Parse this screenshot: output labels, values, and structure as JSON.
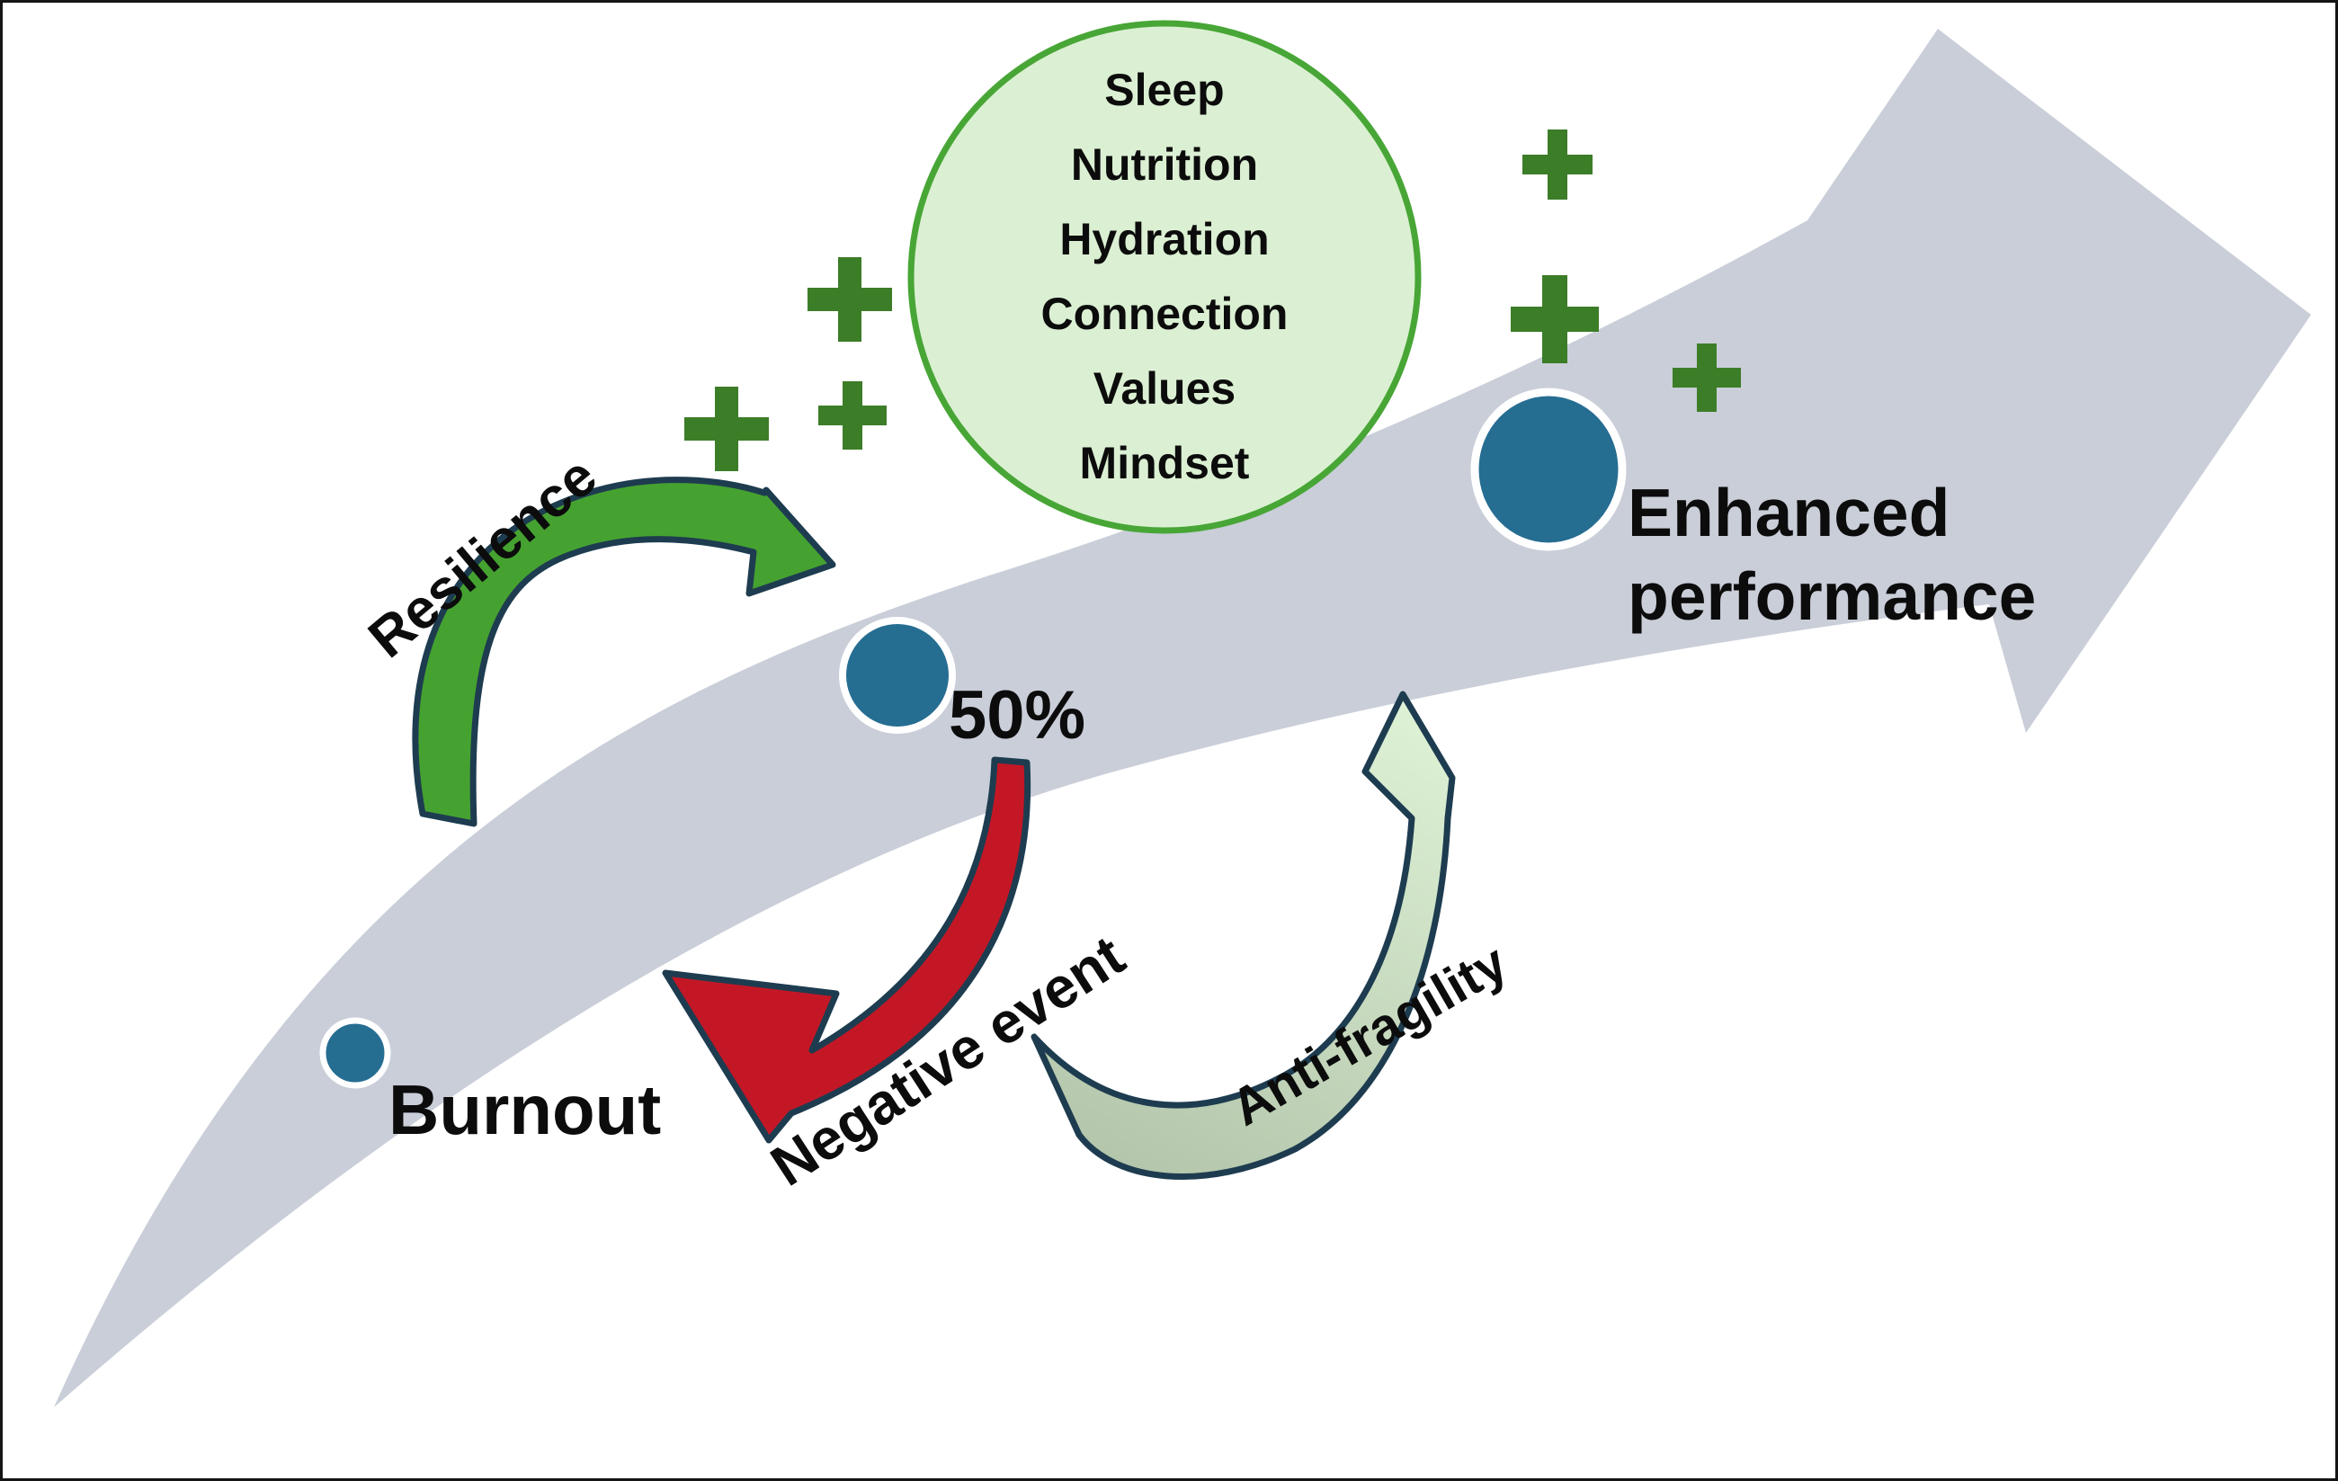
{
  "diagram": {
    "background": "#ffffff",
    "border_color": "#141414",
    "labels": {
      "burnout": "Burnout",
      "fifty_percent": "50%",
      "enhanced_line1": "Enhanced",
      "enhanced_line2": "performance",
      "resilience": "Resilience",
      "negative_event": "Negative event",
      "anti_fragility": "Anti-fragility"
    },
    "pillars_circle": {
      "items": [
        "Sleep",
        "Nutrition",
        "Hydration",
        "Connection",
        "Values",
        "Mindset"
      ],
      "fill": "#dbf0d3",
      "border": "#48a636"
    },
    "colors": {
      "swoosh_gray": "#c9ced8",
      "plus_green": "#3c7d28",
      "resilience_arrow_green": "#45a230",
      "negative_arrow_red": "#c41726",
      "antifragility_tail_sage": "#b4c6ab",
      "antifragility_head_pale": "#def2d6",
      "arrow_outline_navy": "#1e3c50",
      "milestone_dot_blue": "#266d92",
      "dot_ring_white": "#ffffff",
      "text_color": "#0c0c0c"
    }
  }
}
